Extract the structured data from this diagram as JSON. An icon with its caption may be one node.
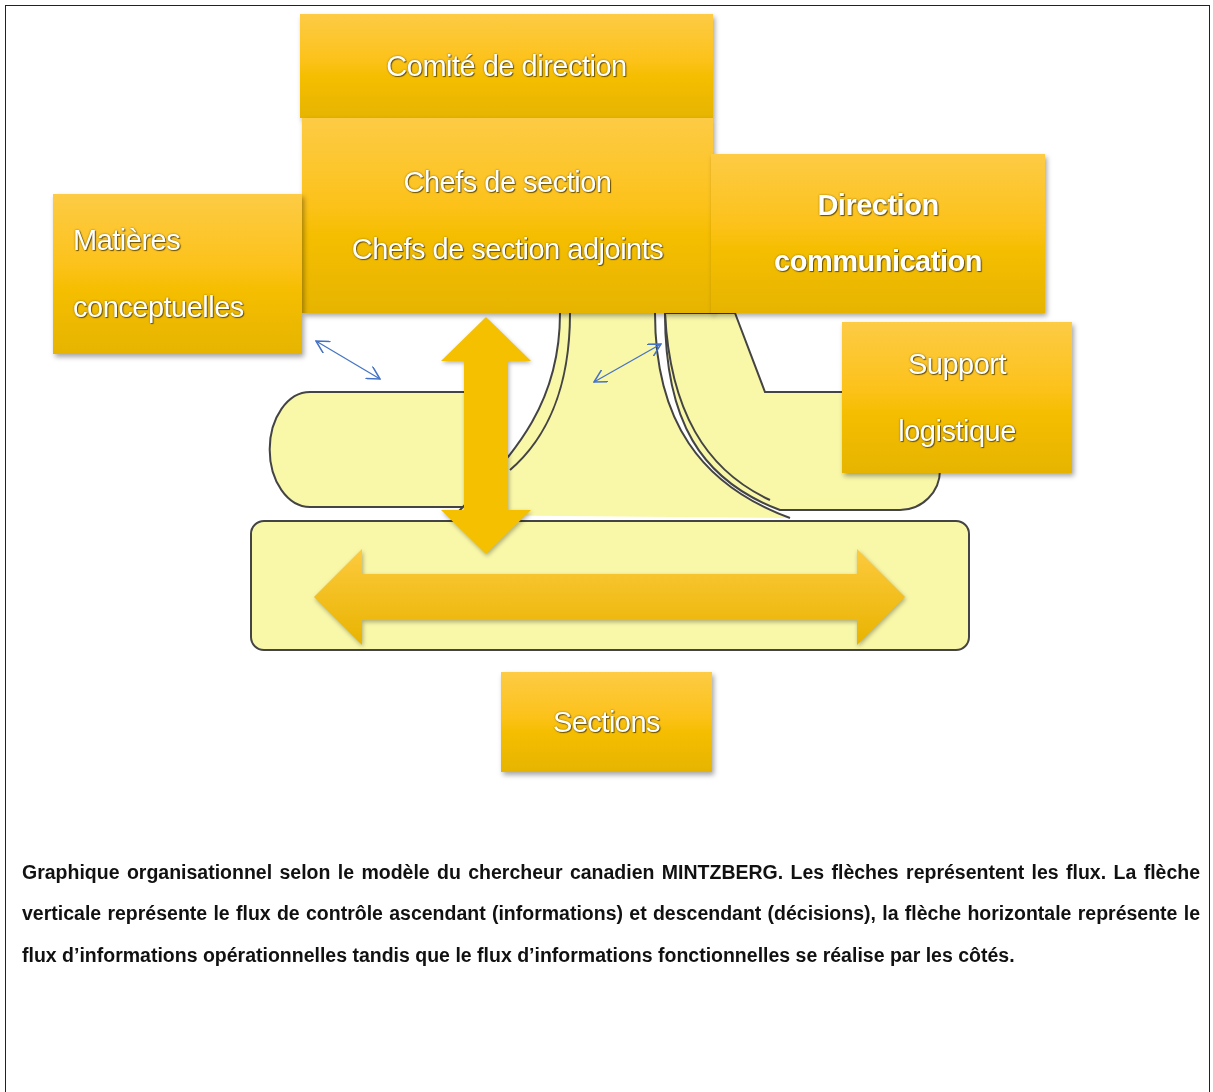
{
  "diagram": {
    "nodes": [
      {
        "text": [
          "Comité de direction"
        ]
      },
      {
        "text": [
          "Chefs de section",
          "Chefs de section adjoints"
        ]
      },
      {
        "text": [
          "Matières conceptuelles"
        ]
      },
      {
        "text": [
          "Direction communication"
        ]
      },
      {
        "text": [
          "Support logistique"
        ]
      },
      {
        "text": [],
        "shape": "box"
      },
      {
        "text": [
          "Sections"
        ]
      }
    ],
    "edges": [
      {
        "from": 1,
        "to": 5,
        "arrow": "both",
        "style": "thick",
        "color": "#f5c000"
      }
    ],
    "caption": "Graphique organisationnel selon le modèle du chercheur canadien MINTZBERG. Les flèches représentent les flux. La flèche verticale représente le flux de contrôle ascendant (informations) et descendant (décisions), la flèche horizontale représente le flux d’informations opérationnelles tandis que le flux d’informations fonctionnelles se réalise par les côtés."
  }
}
